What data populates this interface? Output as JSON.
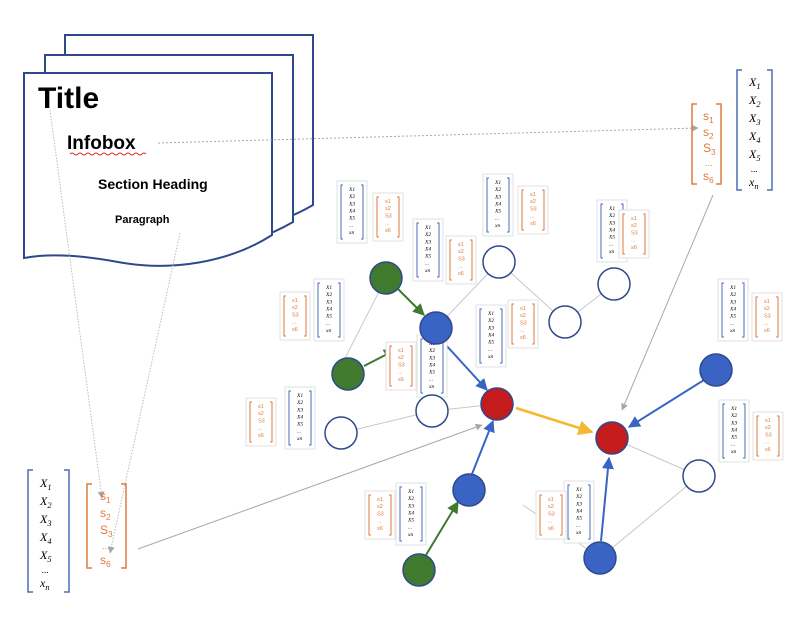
{
  "document": {
    "title": "Title",
    "infobox": "Infobox",
    "section_heading": "Section Heading",
    "paragraph": "Paragraph"
  },
  "x_vector": {
    "items": [
      {
        "base": "X",
        "sub": "1"
      },
      {
        "base": "X",
        "sub": "2"
      },
      {
        "base": "X",
        "sub": "3"
      },
      {
        "base": "X",
        "sub": "4"
      },
      {
        "base": "X",
        "sub": "5"
      },
      {
        "base": "...",
        "sub": ""
      },
      {
        "base": "x",
        "sub": "n"
      }
    ]
  },
  "s_vector": {
    "items": [
      {
        "base": "s",
        "sub": "1"
      },
      {
        "base": "s",
        "sub": "2"
      },
      {
        "base": "S",
        "sub": "3"
      },
      {
        "base": "...",
        "sub": ""
      },
      {
        "base": "s",
        "sub": "6"
      }
    ]
  },
  "colors": {
    "document_border": "#2e4a8c",
    "green_node": "#3f7a2e",
    "blue_node": "#3a64c4",
    "red_node": "#c41c1c",
    "white_node_stroke": "#2e4a8c",
    "green_edge": "#3f7a2e",
    "blue_edge": "#3a64c4",
    "orange_edge": "#f5b731",
    "gray_edge": "#c8c8c8",
    "pointer_arrow": "#a8a8a8",
    "x_bracket": "#4a6fb5",
    "s_bracket": "#e07a3c",
    "s_text": "#e07a3c",
    "infobox_underline": "#d83030"
  },
  "icons": {
    "document_stack": "stacked-page-icon",
    "nodes": "circle-node-icon",
    "edges": "arrow-icon"
  }
}
